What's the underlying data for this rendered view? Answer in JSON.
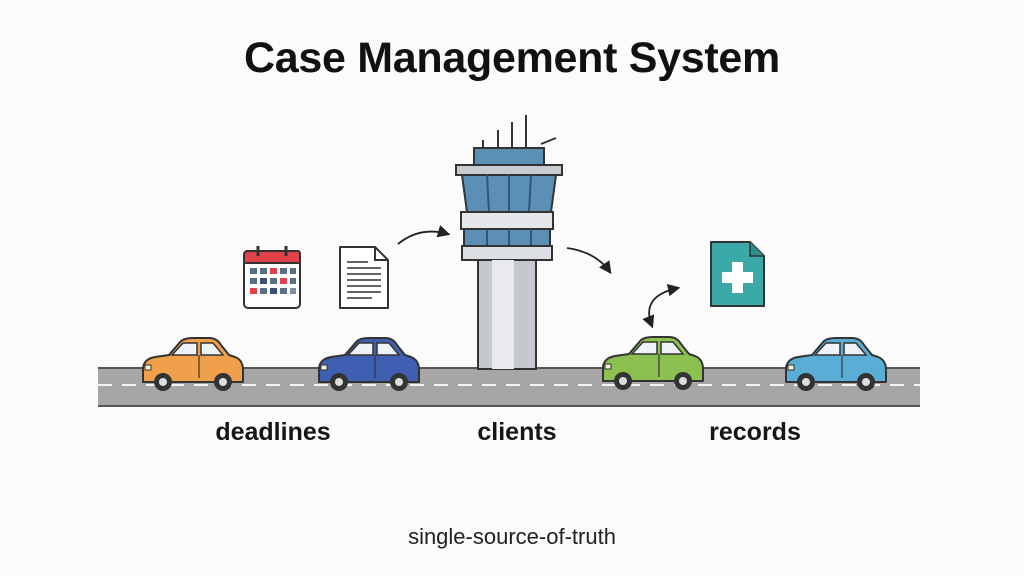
{
  "title": "Case Management System",
  "labels": {
    "deadlines": "deadlines",
    "clients": "clients",
    "records": "records"
  },
  "caption": "single-source-of-truth",
  "colors": {
    "car_orange": "#f0a04b",
    "car_blue": "#3f5fb3",
    "car_green": "#8cc152",
    "car_light_blue": "#5aaed6",
    "tower_glass": "#5b8fb5",
    "medical_teal": "#3aa9a8",
    "calendar_red": "#e0414a",
    "road": "#a6a6a6"
  },
  "icons": [
    "calendar-icon",
    "document-icon",
    "control-tower-icon",
    "medical-record-icon",
    "arrow-icon",
    "car-icon"
  ]
}
